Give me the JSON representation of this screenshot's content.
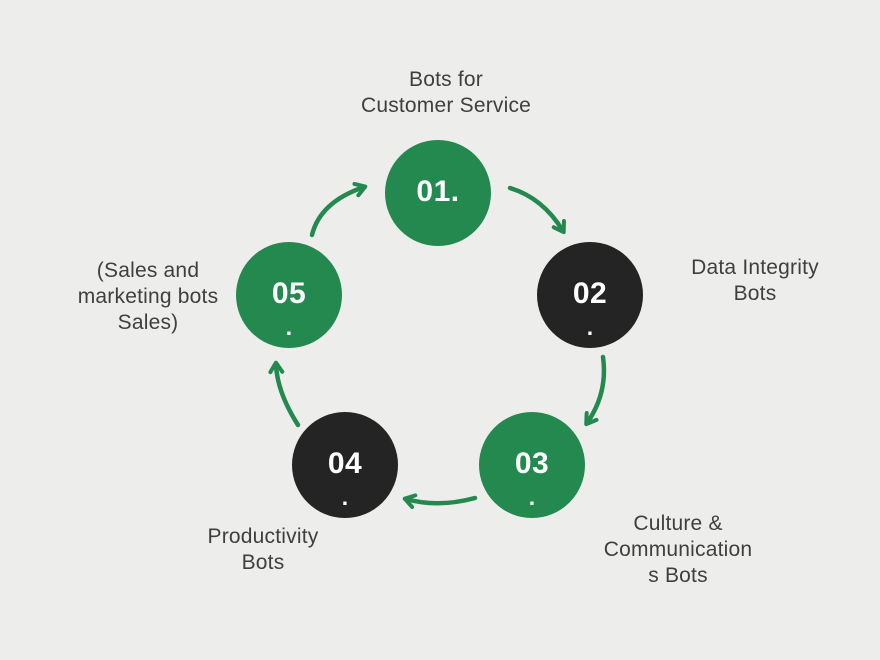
{
  "canvas": {
    "background": "#ededec"
  },
  "colors": {
    "green": "#23894e",
    "dark": "#242424",
    "arrow": "#23894e",
    "label_text": "#3f3f3f",
    "number_text": "#ffffff",
    "bg": "#ededec"
  },
  "diagram": {
    "type": "cycle",
    "steps": [
      {
        "number": "01.",
        "dot": "",
        "circle_color": "green",
        "label_lines": [
          "Bots for",
          "Customer Service"
        ]
      },
      {
        "number": "02",
        "dot": ".",
        "circle_color": "dark",
        "label_lines": [
          "Data Integrity",
          "Bots"
        ]
      },
      {
        "number": "03",
        "dot": ".",
        "circle_color": "green",
        "label_lines": [
          "Culture &",
          "Communication",
          "s Bots"
        ]
      },
      {
        "number": "04",
        "dot": ".",
        "circle_color": "dark",
        "label_lines": [
          "Productivity",
          "Bots"
        ]
      },
      {
        "number": "05",
        "dot": ".",
        "circle_color": "green",
        "label_lines": [
          "(Sales and",
          "marketing bots",
          "Sales)"
        ]
      }
    ]
  }
}
